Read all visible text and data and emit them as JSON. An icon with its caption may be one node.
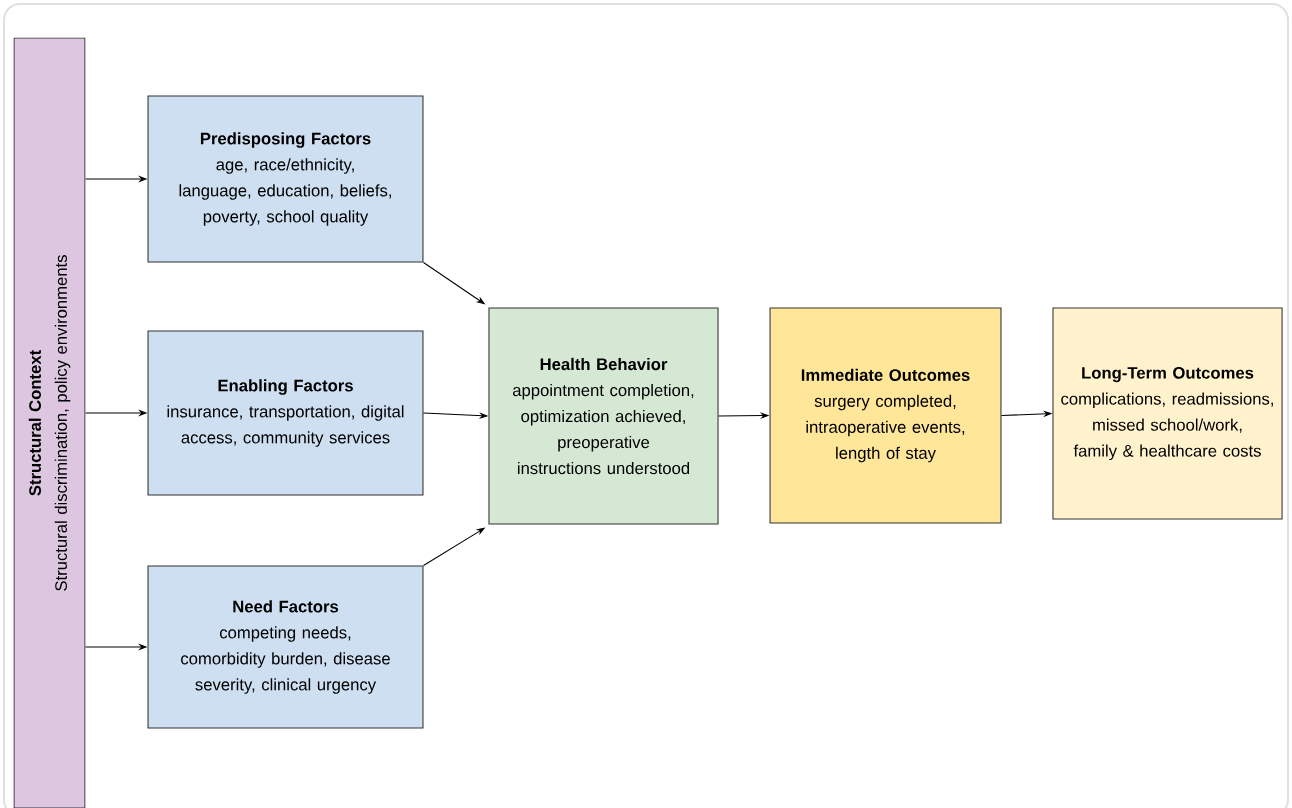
{
  "diagram": {
    "nodes": [
      {
        "text": [
          "Structural Context",
          "Structural discrimination, policy environments"
        ]
      },
      {
        "text": [
          "Predisposing Factors",
          "age, race/ethnicity, language, education, beliefs, poverty, school quality"
        ]
      },
      {
        "text": [
          "Enabling Factors",
          "insurance, transportation, digital access, community services"
        ]
      },
      {
        "text": [
          "Need Factors",
          "competing needs, comorbidity burden, disease severity, clinical urgency"
        ]
      },
      {
        "text": [
          "Health Behavior",
          "appointment completion, optimization achieved, preoperative instructions understood"
        ]
      },
      {
        "text": [
          "Immediate Outcomes",
          "surgery completed, intraoperative events, length of stay"
        ]
      },
      {
        "text": [
          "Long-Term Outcomes",
          "complications, readmissions, missed school/work, family & healthcare costs"
        ]
      }
    ],
    "edges": [
      {
        "from": 0,
        "to": 1,
        "arrow": "to"
      },
      {
        "from": 0,
        "to": 2,
        "arrow": "to"
      },
      {
        "from": 0,
        "to": 3,
        "arrow": "to"
      },
      {
        "from": 1,
        "to": 4,
        "arrow": "to"
      },
      {
        "from": 2,
        "to": 4,
        "arrow": "to"
      },
      {
        "from": 3,
        "to": 4,
        "arrow": "to"
      },
      {
        "from": 4,
        "to": 5,
        "arrow": "to"
      },
      {
        "from": 5,
        "to": 6,
        "arrow": "to"
      }
    ]
  }
}
